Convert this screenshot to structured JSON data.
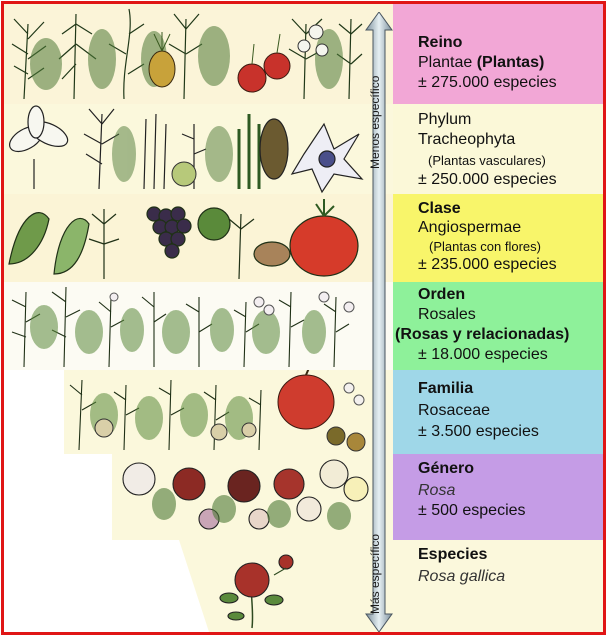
{
  "arrow": {
    "top_label": "Menos específico",
    "bottom_label": "Más específico"
  },
  "levels": [
    {
      "rank": "Reino",
      "name": "Plantae",
      "note": "(Plantas)",
      "count": "± 275.000 especies",
      "color": "#f2a7d6"
    },
    {
      "rank": "Phylum",
      "name": "Tracheophyta",
      "note": "(Plantas vasculares)",
      "count": "± 250.000 especies",
      "color": "#fbf8d8"
    },
    {
      "rank": "Clase",
      "name": "Angiospermae",
      "note": "(Plantas con flores)",
      "count": "± 235.000 especies",
      "color": "#f8f56a"
    },
    {
      "rank": "Orden",
      "name": "Rosales",
      "note": "(Rosas y relacionadas)",
      "count": "± 18.000 especies",
      "color": "#8ef19a"
    },
    {
      "rank": "Familia",
      "name": "Rosaceae",
      "note": "",
      "count": "± 3.500 especies",
      "color": "#9fd7e8"
    },
    {
      "rank": "Género",
      "name": "Rosa",
      "note": "",
      "count": "± 500 especies",
      "color": "#c59ce6"
    },
    {
      "rank": "Especies",
      "name": "Rosa gallica",
      "note": "",
      "count": "",
      "color": "#fbf8dc"
    }
  ]
}
